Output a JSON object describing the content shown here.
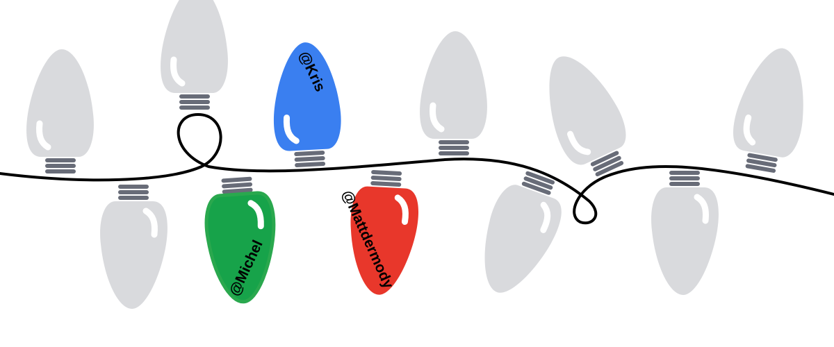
{
  "colors": {
    "background": "#ffffff",
    "unlit_bulb": "#d9dadd",
    "socket": "#686c78",
    "wire": "#000000",
    "highlight": "#ffffff",
    "green": "#17a34a",
    "green_rim": "#2aa84e",
    "blue": "#3a7ff0",
    "red": "#e8372b"
  },
  "labels": {
    "kris": "@Kris",
    "michel": "@Michel",
    "mattdermody": "@Mattdermody"
  }
}
